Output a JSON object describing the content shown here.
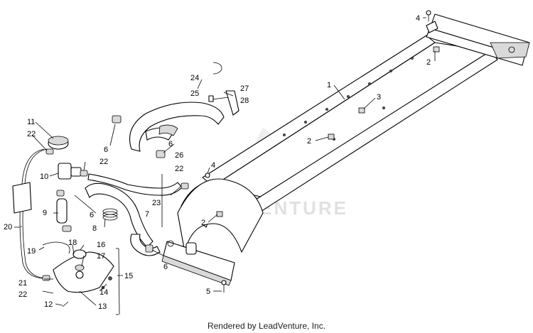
{
  "watermark": "LEADVENTURE",
  "footer": "Rendered by LeadVenture, Inc.",
  "callouts": {
    "n1": "1",
    "n2a": "2",
    "n2b": "2",
    "n2c": "2",
    "n3": "3",
    "n4a": "4",
    "n4b": "4",
    "n5": "5",
    "n6a": "6",
    "n6b": "6",
    "n6c": "6",
    "n6d": "6",
    "n7": "7",
    "n8": "8",
    "n9": "9",
    "n10": "10",
    "n11": "11",
    "n12": "12",
    "n13": "13",
    "n14": "14",
    "n15": "15",
    "n16": "16",
    "n17": "17",
    "n18": "18",
    "n19": "19",
    "n20": "20",
    "n21": "21",
    "n22a": "22",
    "n22b": "22",
    "n22c": "22",
    "n22d": "22",
    "n23": "23",
    "n24": "24",
    "n25": "25",
    "n26": "26",
    "n27": "27",
    "n28": "28"
  }
}
